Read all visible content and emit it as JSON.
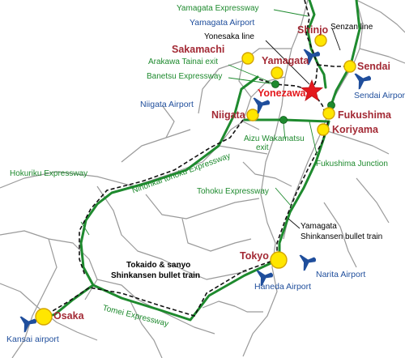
{
  "cities": {
    "shinjo": "Shinjo",
    "sakamachi": "Sakamachi",
    "yamagata": "Yamagata",
    "sendai": "Sendai",
    "yonezawa": "Yonezawa",
    "fukushima": "Fukushima",
    "koriyama": "Koriyama",
    "niigata": "Niigata",
    "tokyo": "Tokyo",
    "osaka": "Osaka"
  },
  "airports": {
    "yamagata": "Yamagata Airport",
    "sendai": "Sendai Airport",
    "niigata": "Niigata Airport",
    "haneda": "Haneda Airport",
    "narita": "Narita Airport",
    "kansai": "Kansai airport"
  },
  "expressways": {
    "yamagata": "Yamagata Expressway",
    "arakawa_tainai": "Arakawa Tainai exit",
    "banetsu": "Banetsu Expressway",
    "aizu_wakamatsu_line1": "Aizu Wakamatsu",
    "aizu_wakamatsu_line2": "exit",
    "nihonkai_tohoku": "Nihonkai tohoku Expressway",
    "hokuriku": "Hokuriku Expressway",
    "tohoku": "Tohoku Expressway",
    "tomei": "Tomei Expressway",
    "fukushima_junction": "Fukushima Junction"
  },
  "rail_lines": {
    "yonesaka": "Yonesaka line",
    "senzan": "Senzan line",
    "yamagata_shinkansen_line1": "Yamagata",
    "yamagata_shinkansen_line2": "Shinkansen bullet train",
    "tokaido_sanyo_line1": "Tokaido & sanyo",
    "tokaido_sanyo_line2": "Shinkansen bullet train"
  },
  "colors": {
    "expressway": "#1e8a2e",
    "rail": "#000000",
    "city_marker": "#ffe600",
    "city_label": "#a32a35",
    "highlight_star": "#e4181d",
    "airport": "#1f4e9c",
    "exit_marker": "#1e8a2e",
    "boundary": "#9a9a9a"
  }
}
